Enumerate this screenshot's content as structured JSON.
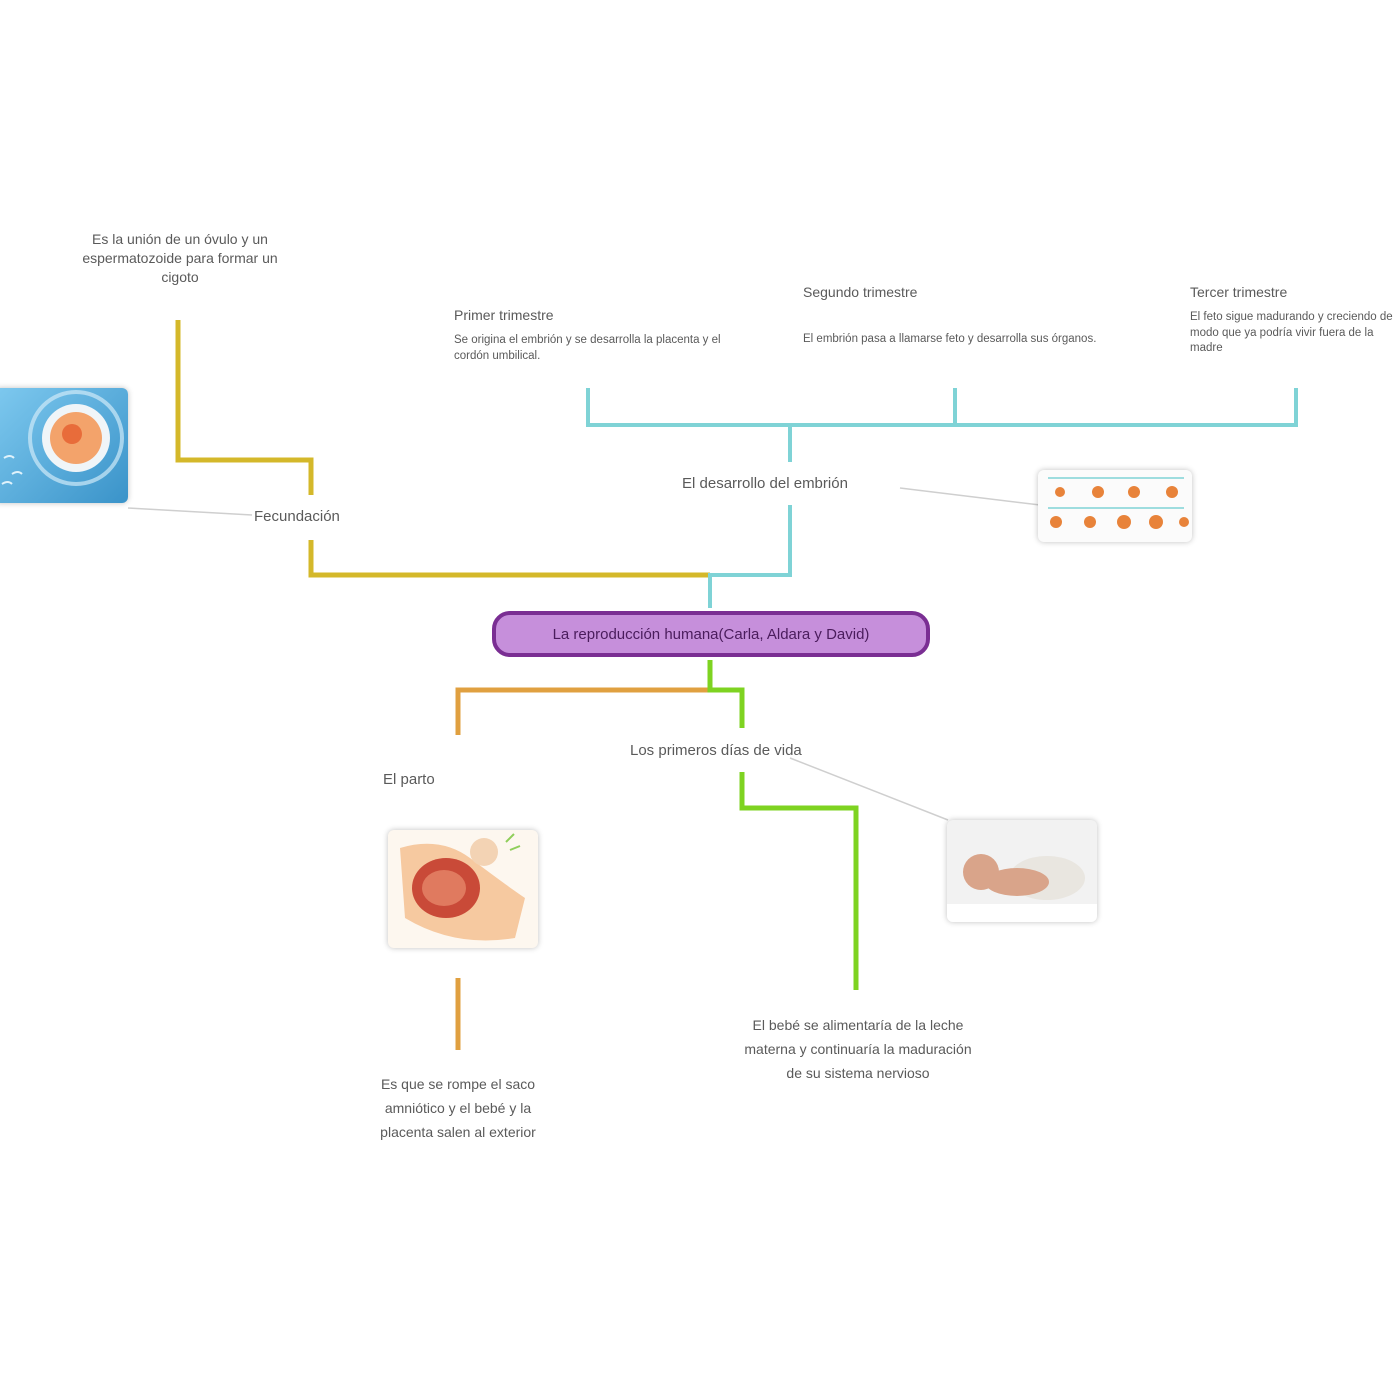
{
  "central_topic": "La reproducción humana(Carla, Aldara y David)",
  "branches": {
    "fecundacion": {
      "label": "Fecundación",
      "description": "Es la unión de un óvulo y un espermatozoide para formar un cigoto",
      "color": "#d4b82a"
    },
    "desarrollo": {
      "label": "El desarrollo del embrión",
      "color": "#7fd3d6",
      "trimesters": [
        {
          "title": "Primer trimestre",
          "text": "Se origina el embrión y se desarrolla la placenta y el cordón umbilical."
        },
        {
          "title": "Segundo trimestre",
          "text": "El embrión pasa a llamarse feto y desarrolla sus órganos."
        },
        {
          "title": "Tercer trimestre",
          "text": "El feto sigue madurando y creciendo de modo que ya podría vivir fuera de la madre"
        }
      ]
    },
    "parto": {
      "label": "El parto",
      "description": "Es que se rompe el saco amniótico y el bebé y la placenta salen al exterior",
      "color": "#e0a040"
    },
    "primeros_dias": {
      "label": "Los primeros días de vida",
      "description": "El bebé se alimentaría de la leche materna y continuaría la maduración de su sistema nervioso",
      "color": "#7ed321"
    }
  },
  "center_color": "#c68fdb",
  "center_border_color": "#7a2e93"
}
